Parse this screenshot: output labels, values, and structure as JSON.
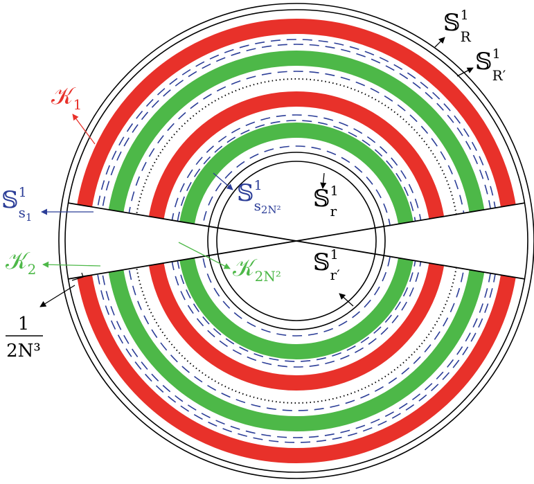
{
  "colors": {
    "red": "#e8312a",
    "green": "#4db848",
    "blue": "#2b3d97",
    "black": "#000000",
    "background": "#ffffff"
  },
  "labels": {
    "S_R": {
      "base": "𝕊",
      "sup": "1",
      "sub": "R"
    },
    "S_Rp": {
      "base": "𝕊",
      "sup": "1",
      "sub": "R′"
    },
    "K_1": {
      "base": "𝒦",
      "sub": "1"
    },
    "S_s1": {
      "base": "𝕊",
      "sup": "1",
      "sub": "s",
      "subsub": "1"
    },
    "K_2": {
      "base": "𝒦",
      "sub": "2"
    },
    "S_s2N2": {
      "base": "𝕊",
      "sup": "1",
      "sub": "s",
      "subsub": "2N²"
    },
    "S_r": {
      "base": "𝕊",
      "sup": "1",
      "sub": "r"
    },
    "K_2N2": {
      "base": "𝒦",
      "sub": "2N²"
    },
    "S_rp": {
      "base": "𝕊",
      "sup": "1",
      "sub": "r′"
    },
    "frac": {
      "num": "1",
      "den": "2N³"
    }
  }
}
